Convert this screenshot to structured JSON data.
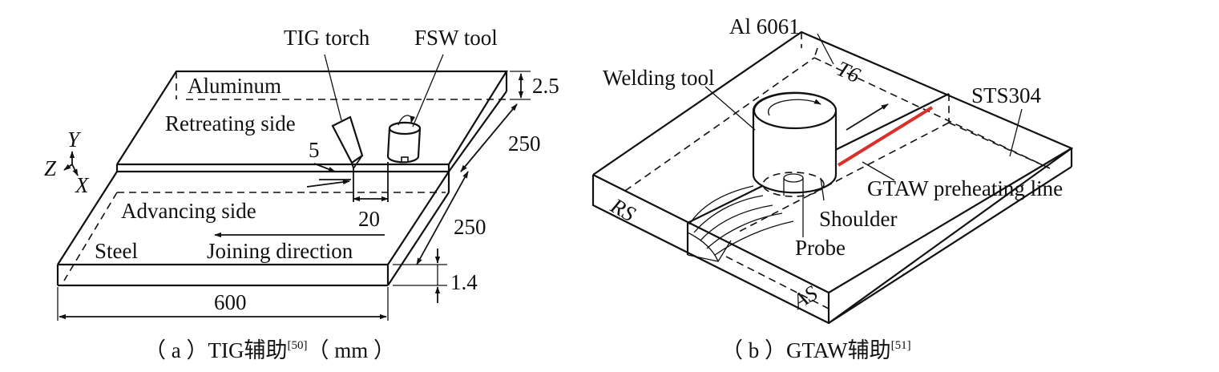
{
  "panel_a": {
    "labels": {
      "tig_torch": "TIG torch",
      "fsw_tool": "FSW tool",
      "aluminum": "Aluminum",
      "retreating_side": "Retreating side",
      "advancing_side": "Advancing side",
      "steel": "Steel",
      "joining_direction": "Joining direction",
      "axis_y": "Y",
      "axis_z": "Z",
      "axis_x": "X"
    },
    "dimensions": {
      "thickness_top": "2.5",
      "width_upper": "250",
      "width_lower": "250",
      "thickness_bottom": "1.4",
      "length": "600",
      "torch_offset": "5",
      "tool_spacing": "20"
    },
    "caption": {
      "main": "（ a ）TIG辅助",
      "ref": "[50]",
      "unit": "（ mm ）"
    }
  },
  "panel_b": {
    "labels": {
      "al6061": "Al 6061",
      "t6": "T6",
      "welding_tool": "Welding tool",
      "sts304": "STS304",
      "gtaw_line": "GTAW preheating line",
      "shoulder": "Shoulder",
      "probe": "Probe",
      "rs": "RS",
      "as": "AS"
    },
    "colors": {
      "preheating_line": "#d9302a"
    },
    "caption": {
      "main": "（ b ）GTAW辅助",
      "ref": "[51]"
    }
  }
}
